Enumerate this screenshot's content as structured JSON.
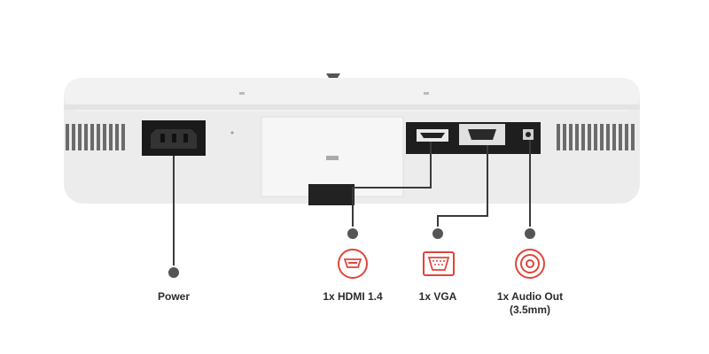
{
  "ports": [
    {
      "id": "power",
      "label": "Power",
      "icon": "power-icon"
    },
    {
      "id": "hdmi",
      "label": "1x HDMI 1.4",
      "icon": "hdmi-icon"
    },
    {
      "id": "vga",
      "label": "1x VGA",
      "icon": "vga-icon"
    },
    {
      "id": "audio",
      "label": "1x Audio Out",
      "sublabel": "(3.5mm)",
      "icon": "audio-jack-icon"
    }
  ],
  "colors": {
    "accent": "#e0453a",
    "connector_line": "#3a3a3a",
    "panel": "#ebebeb",
    "background": "#ffffff"
  }
}
